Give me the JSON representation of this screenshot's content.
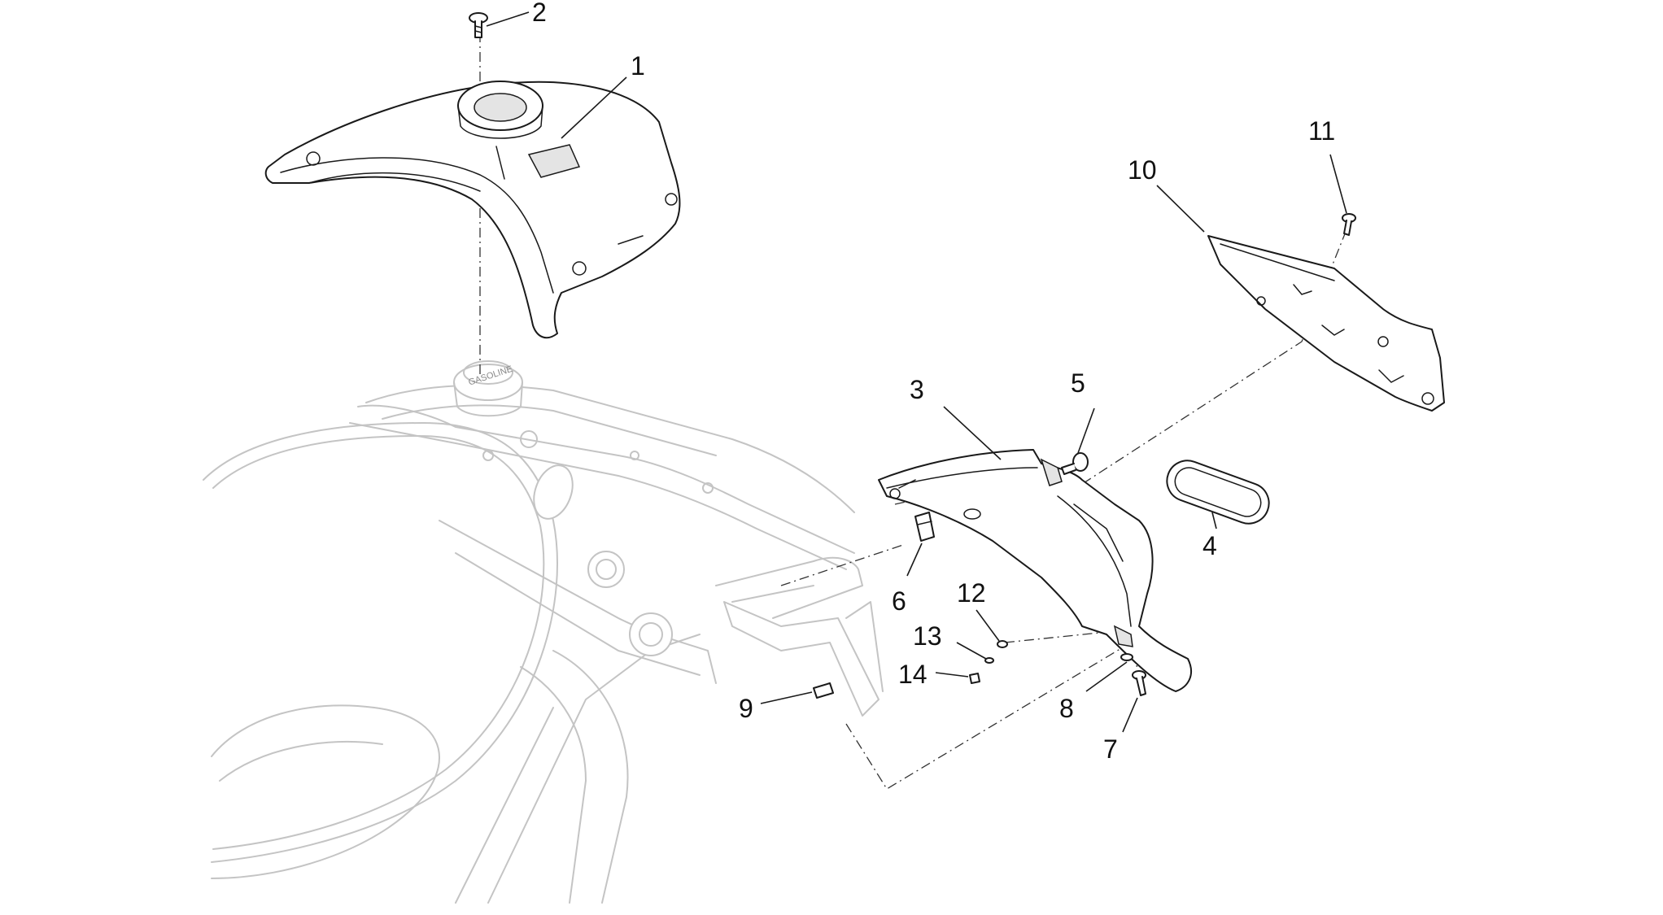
{
  "diagram": {
    "callouts": [
      "1",
      "2",
      "3",
      "4",
      "5",
      "6",
      "7",
      "8",
      "9",
      "10",
      "11",
      "12",
      "13",
      "14"
    ],
    "cap_label": "GASOLINE"
  }
}
